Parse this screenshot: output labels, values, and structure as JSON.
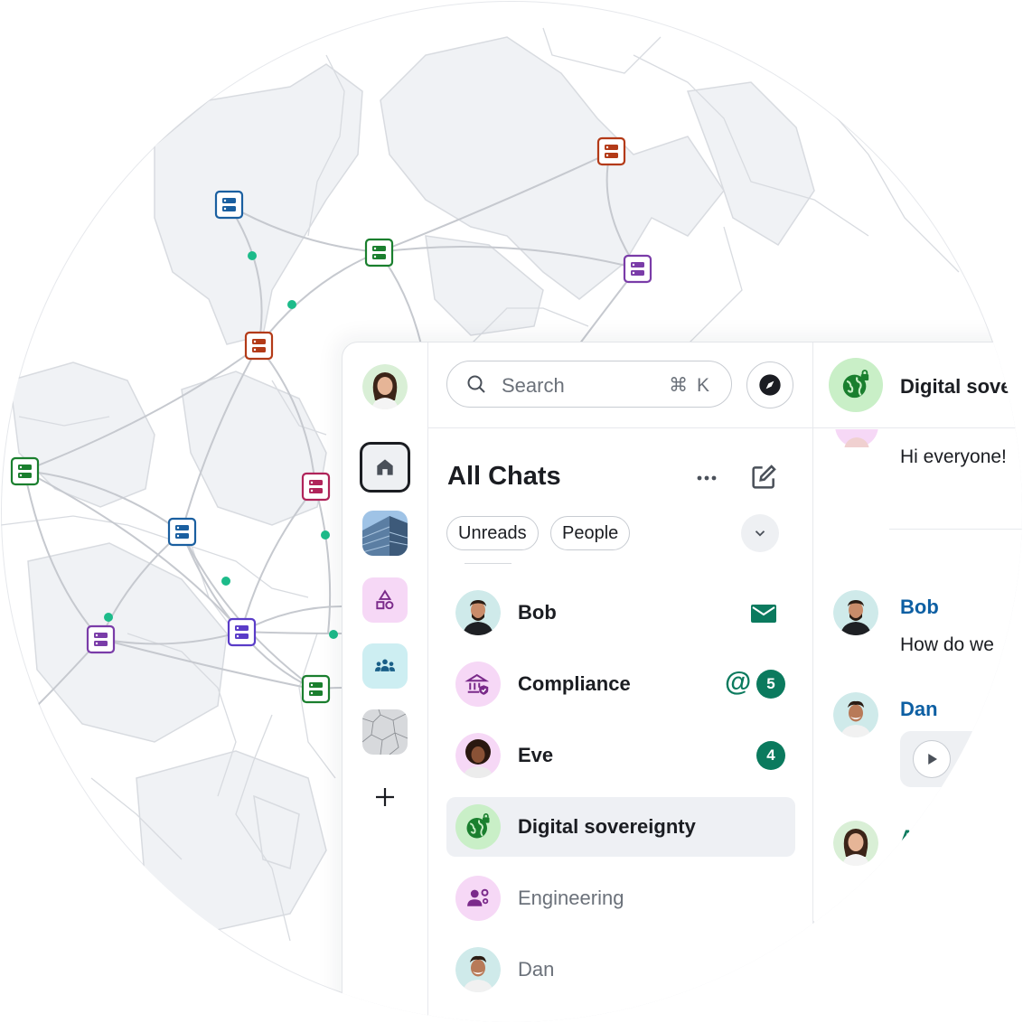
{
  "search": {
    "placeholder": "Search",
    "shortcut": "⌘ K"
  },
  "room_list": {
    "title": "All Chats",
    "filters": [
      "Unreads",
      "People"
    ],
    "rooms": [
      {
        "name": "Bob",
        "indicator": "mail-icon"
      },
      {
        "name": "Compliance",
        "mention": "@",
        "badge": "5"
      },
      {
        "name": "Eve",
        "badge": "4"
      },
      {
        "name": "Digital sovereignty",
        "selected": true
      },
      {
        "name": "Engineering",
        "muted": true
      },
      {
        "name": "Dan",
        "muted": true
      }
    ]
  },
  "timeline": {
    "room_title": "Digital sove",
    "messages": [
      {
        "sender": "",
        "body": "Hi everyone!"
      },
      {
        "sender": "Bob",
        "body": "How do we"
      },
      {
        "sender": "Dan",
        "body": ""
      },
      {
        "sender": "A",
        "body": ""
      }
    ]
  },
  "colors": {
    "accent_green": "#0b7a5e",
    "sender_blue": "#0d5fa3",
    "sender_green": "#0b7a5e",
    "map_land": "#f0f2f5",
    "map_border": "#d8dbe0",
    "node_green": "#1a7f2e",
    "node_red": "#b33a17",
    "node_blue": "#1a5fa0",
    "node_purple": "#7a3ca8",
    "node_magenta": "#b0245a",
    "node_violet": "#5a3cc8",
    "hop_dot": "#1dbb8a"
  }
}
